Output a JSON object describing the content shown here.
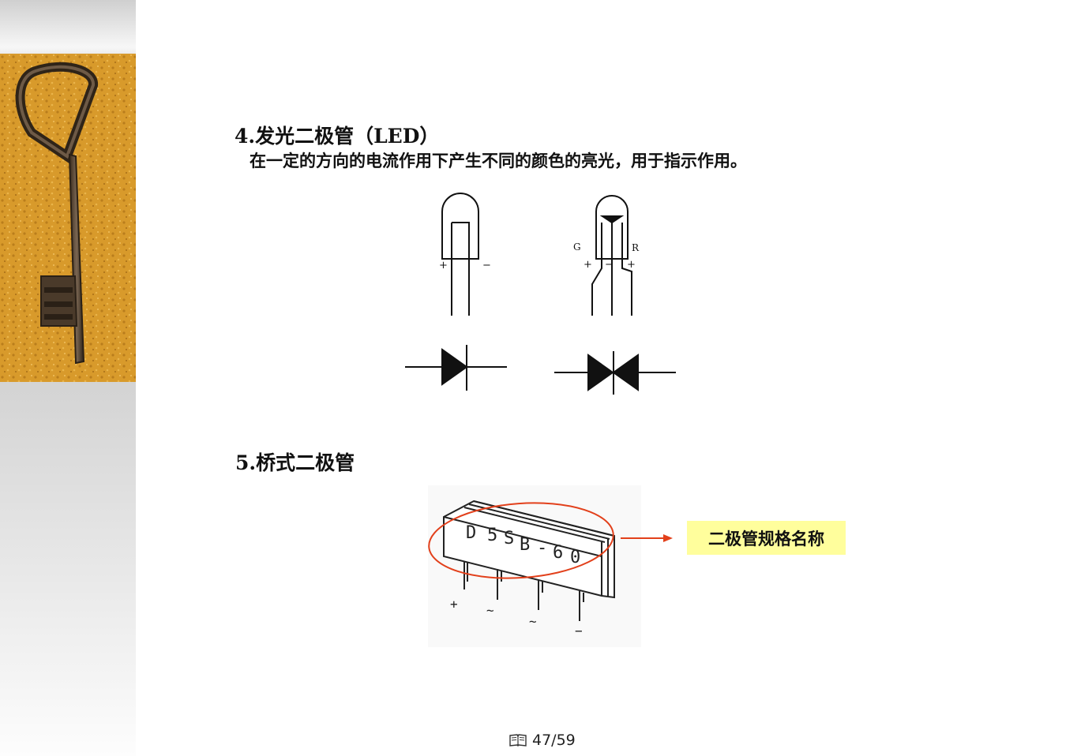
{
  "slide": {
    "section4_title": "4.发光二极管（LED）",
    "section4_description": "在一定的方向的电流作用下产生不同的颜色的亮光，用于指示作用。",
    "section5_title": "5.桥式二极管",
    "callout_label": "二极管规格名称"
  },
  "led_diagram": {
    "single_plus": "+",
    "single_minus": "−",
    "dual_left_color": "G",
    "dual_right_color": "R",
    "dual_plus_left": "+",
    "dual_minus": "−",
    "dual_plus_right": "+"
  },
  "bridge_diagram": {
    "part_code_1": "D",
    "part_code_2": "5",
    "part_code_3": "S",
    "part_code_4": "B",
    "part_code_5": "-",
    "part_code_6": "6",
    "part_code_7": "0",
    "pin_plus": "+",
    "pin_ac_1": "~",
    "pin_ac_2": "~",
    "pin_minus": "−"
  },
  "footer": {
    "page_indicator": "47/59",
    "icon": "book-icon"
  },
  "colors": {
    "callout_background": "#fffe9c",
    "highlight_ellipse": "#e2401b"
  }
}
